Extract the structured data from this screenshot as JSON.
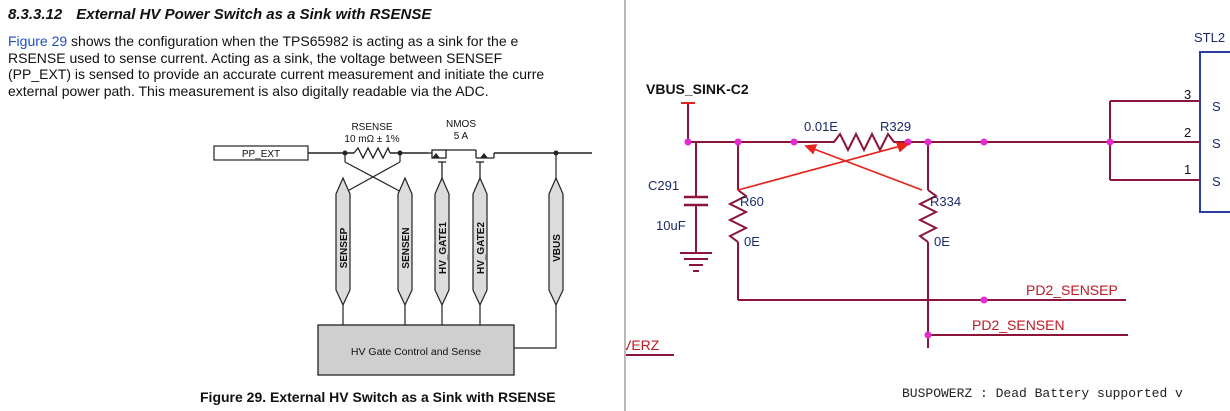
{
  "datasheet": {
    "section_number": "8.3.3.12",
    "section_title": "External HV Power Switch as a Sink with RSENSE",
    "paragraph": {
      "line1_link": "Figure 29",
      "line1_rest": " shows the configuration when the TPS65982 is acting as a sink for the e",
      "line2": "RSENSE used to sense current. Acting as a sink, the voltage between SENSEF",
      "line3": "(PP_EXT) is sensed to provide an accurate current measurement and initiate the curre",
      "line4": "external power path. This measurement is also digitally readable via the ADC."
    },
    "diagram": {
      "pp_ext": "PP_EXT",
      "rsense_label": "RSENSE",
      "rsense_value": "10 mΩ ± 1%",
      "nmos_label": "NMOS",
      "nmos_value": "5 A",
      "pins": [
        "SENSEP",
        "SENSEN",
        "HV_GATE1",
        "HV_GATE2",
        "VBUS"
      ],
      "control_block": "HV Gate Control and Sense"
    },
    "caption": "Figure 29.  External HV Switch as a Sink with RSENSE"
  },
  "schematic": {
    "net_vbus": "VBUS_SINK-C2",
    "res_value_top": "0.01E",
    "res_ref_top": "R329",
    "cap_ref": "C291",
    "cap_value": "10uF",
    "r60_ref": "R60",
    "r60_value": "0E",
    "r334_ref": "R334",
    "r334_value": "0E",
    "net_sensep": "PD2_SENSEP",
    "net_sensen": "PD2_SENSEN",
    "partial_net": "VERZ",
    "connector_ref": "STL2",
    "pin_numbers": [
      "3",
      "2",
      "1"
    ],
    "pin_letter": "S",
    "bottom_note": "BUSPOWERZ : Dead Battery supported v",
    "wire_color": "#8a1538",
    "junction_color": "#e42ad2",
    "arrow_color": "#e8221c"
  }
}
